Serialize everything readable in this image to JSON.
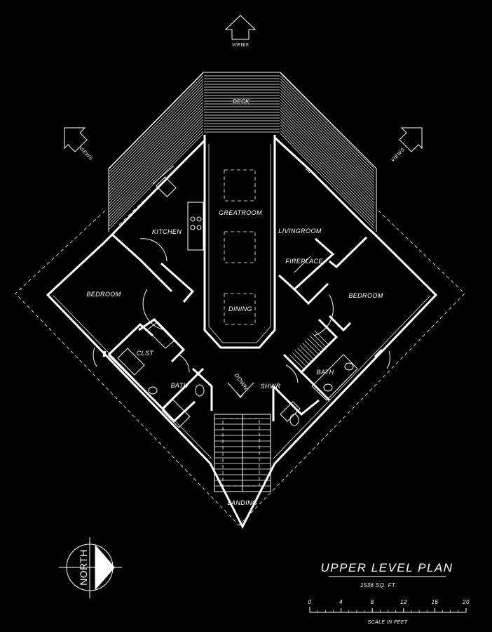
{
  "views": "VIEWS",
  "rooms": {
    "deck": "DECK",
    "greatroom": "GREATROOM",
    "kitchen": "KITCHEN",
    "livingroom": "LIVINGROOM",
    "fireplace": "FIREPLACE",
    "bedroom_left": "BEDROOM",
    "bedroom_right": "BEDROOM",
    "dining": "DINING",
    "closet": "CLST",
    "bath_left": "BATH",
    "bath_right": "BATH",
    "shower": "SHWR",
    "down": "DOWN",
    "landing": "LANDING"
  },
  "north": "NORTH",
  "title": "UPPER LEVEL PLAN",
  "area": "1536 SQ. FT.",
  "scale": {
    "ticks": [
      "0",
      "4",
      "8",
      "12",
      "16",
      "20"
    ],
    "label": "SCALE IN FEET"
  }
}
